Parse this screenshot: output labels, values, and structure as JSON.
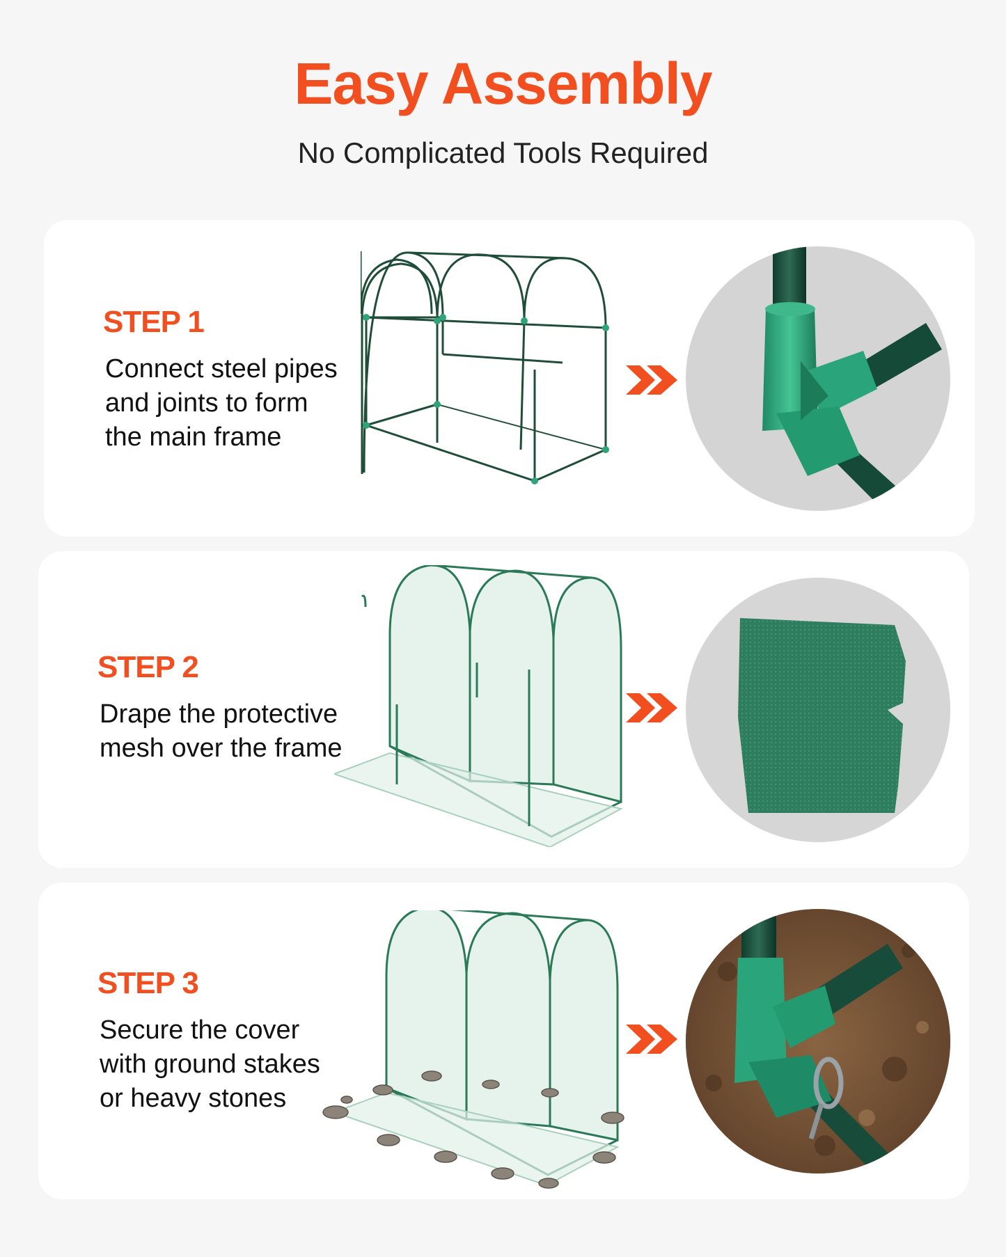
{
  "header": {
    "title": "Easy Assembly",
    "subtitle": "No Complicated Tools Required"
  },
  "colors": {
    "accent": "#f24f21",
    "frame_green": "#1f6b4a",
    "joint_green": "#2fa37a",
    "mesh_green": "#2f7d5f",
    "soil": "#7a5638"
  },
  "steps": [
    {
      "label": "STEP 1",
      "lines": [
        "Connect steel pipes",
        "and joints to form",
        "the main frame"
      ],
      "illustration_icon": "greenhouse-frame-icon",
      "arrow_icon": "double-chevron-right-icon",
      "detail_icon": "pipe-joint-icon"
    },
    {
      "label": "STEP 2",
      "lines": [
        "Drape the protective",
        "mesh over the frame"
      ],
      "illustration_icon": "greenhouse-mesh-icon",
      "arrow_icon": "double-chevron-right-icon",
      "detail_icon": "mesh-cover-icon"
    },
    {
      "label": "STEP 3",
      "lines": [
        "Secure the cover",
        "with ground stakes",
        "or heavy stones"
      ],
      "illustration_icon": "greenhouse-stones-icon",
      "arrow_icon": "double-chevron-right-icon",
      "detail_icon": "ground-stake-icon"
    }
  ]
}
